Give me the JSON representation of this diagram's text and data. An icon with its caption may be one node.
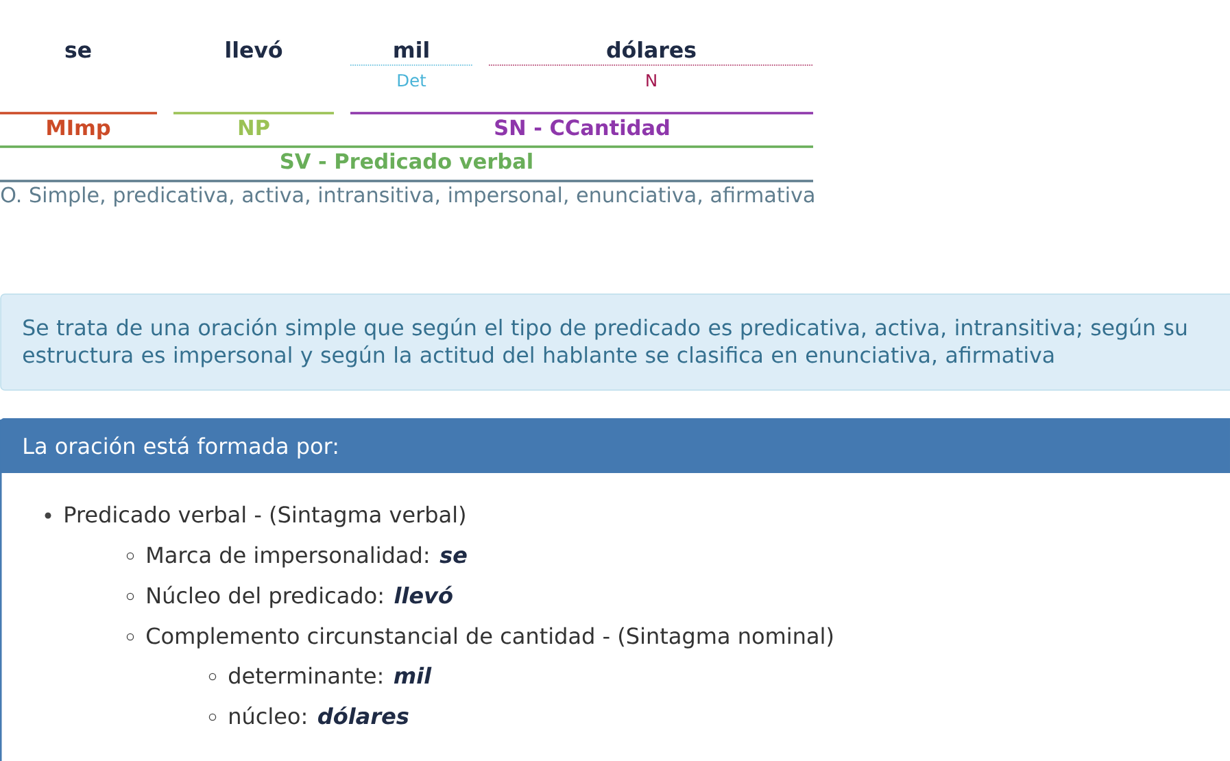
{
  "diagram": {
    "nodes": [
      {
        "text": [
          "Se trata de una oración simple que según el tipo de predicado es predicativa, activa, intransitiva; según su estructura es impersonal y según la actitud del hablante se clasifica en enunciativa, afirmativa"
        ]
      },
      {
        "text": [
          "La oración está formada por:",
          "Predicado verbal - (Sintagma verbal)",
          "Marca de impersonalidad: **se**",
          "Núcleo del predicado: **llevó**",
          "Complemento circunstancial de cantidad - (Sintagma nominal)",
          "determinante: **mil**",
          "núcleo: **dólares**"
        ]
      }
    ],
    "labels": [
      "se",
      "llevó",
      "mil",
      "dólares",
      "Det",
      "N",
      "MImp",
      "NP",
      "SN - CCantidad",
      "SV - Predicado verbal",
      "O. Simple, predicativa, activa, intransitiva, impersonal, enunciativa, afirmativa"
    ]
  }
}
